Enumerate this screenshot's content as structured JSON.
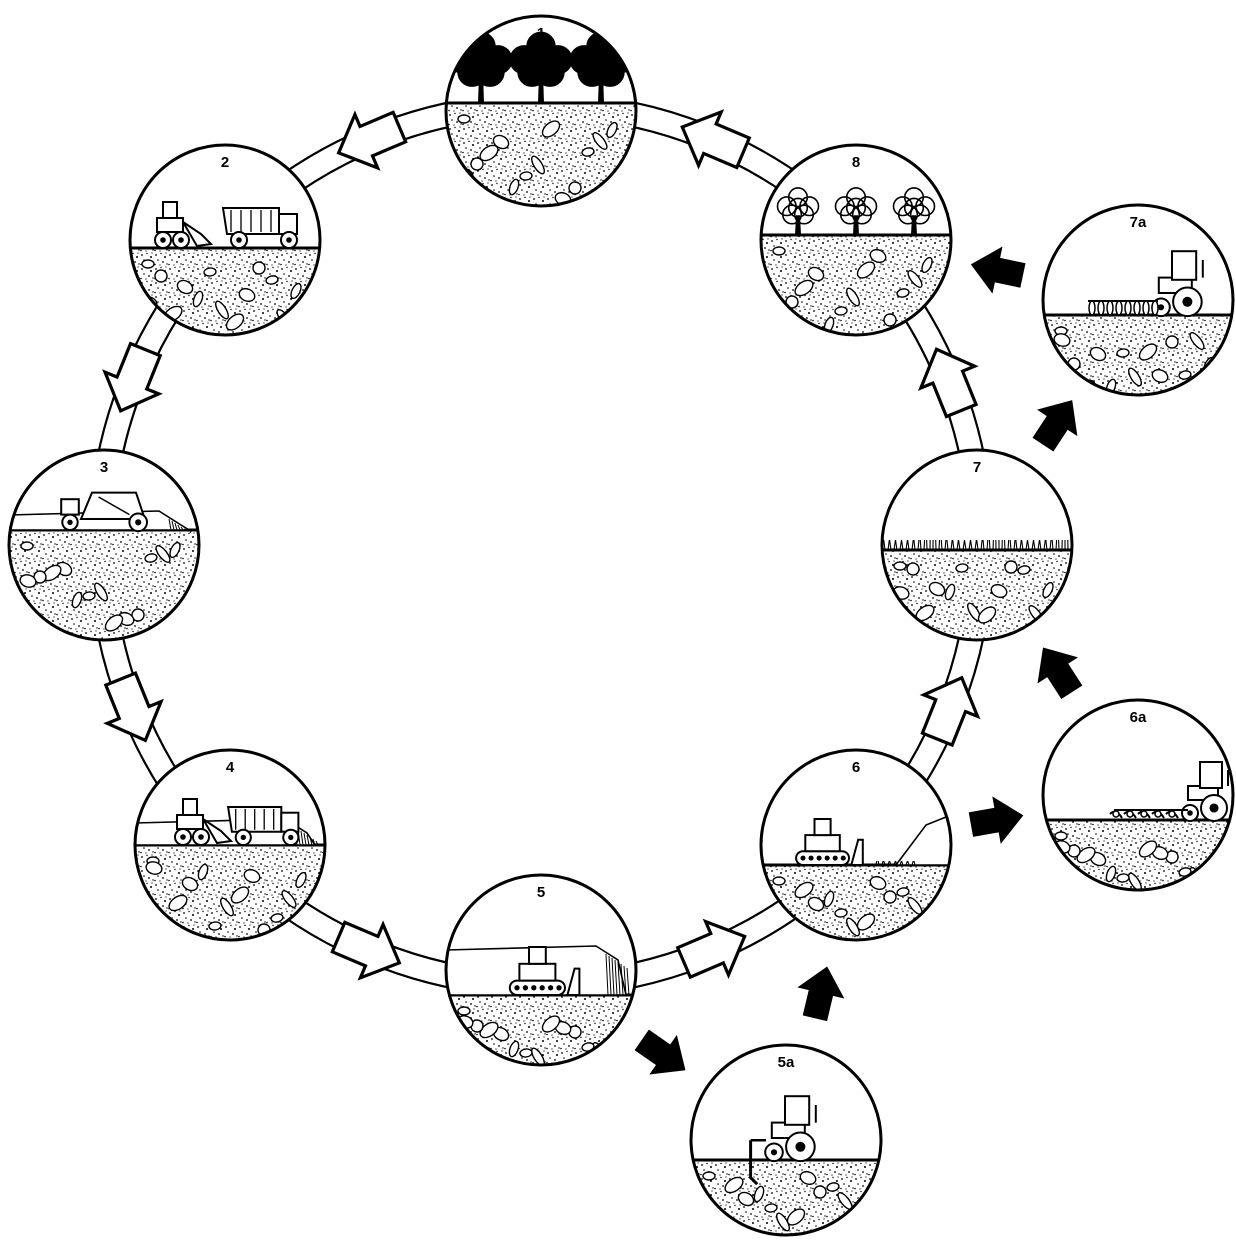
{
  "stages": [
    {
      "id": "1",
      "label": "1",
      "scene": "trees"
    },
    {
      "id": "2",
      "label": "2",
      "scene": "loader-and-dump-truck"
    },
    {
      "id": "3",
      "label": "3",
      "scene": "scraper-at-highwall"
    },
    {
      "id": "4",
      "label": "4",
      "scene": "loader-and-truck-in-pit"
    },
    {
      "id": "5",
      "label": "5",
      "scene": "dozer-grading"
    },
    {
      "id": "5a",
      "label": "5a",
      "scene": "tractor-ripping"
    },
    {
      "id": "6",
      "label": "6",
      "scene": "dozer-spreading-topsoil"
    },
    {
      "id": "6a",
      "label": "6a",
      "scene": "tractor-plowing"
    },
    {
      "id": "7",
      "label": "7",
      "scene": "grass-cover"
    },
    {
      "id": "7a",
      "label": "7a",
      "scene": "tractor-disking"
    },
    {
      "id": "8",
      "label": "8",
      "scene": "young-trees"
    }
  ],
  "cycle_order": [
    "1",
    "2",
    "3",
    "4",
    "5",
    "6",
    "7",
    "8"
  ],
  "side_steps": [
    {
      "from": "5",
      "to": "5a"
    },
    {
      "from": "5a",
      "to": "6"
    },
    {
      "from": "6",
      "to": "6a"
    },
    {
      "from": "6a",
      "to": "7"
    },
    {
      "from": "7",
      "to": "7a"
    },
    {
      "from": "7a",
      "to": "8"
    }
  ],
  "colors": {
    "ink": "#000000",
    "paper": "#ffffff"
  }
}
